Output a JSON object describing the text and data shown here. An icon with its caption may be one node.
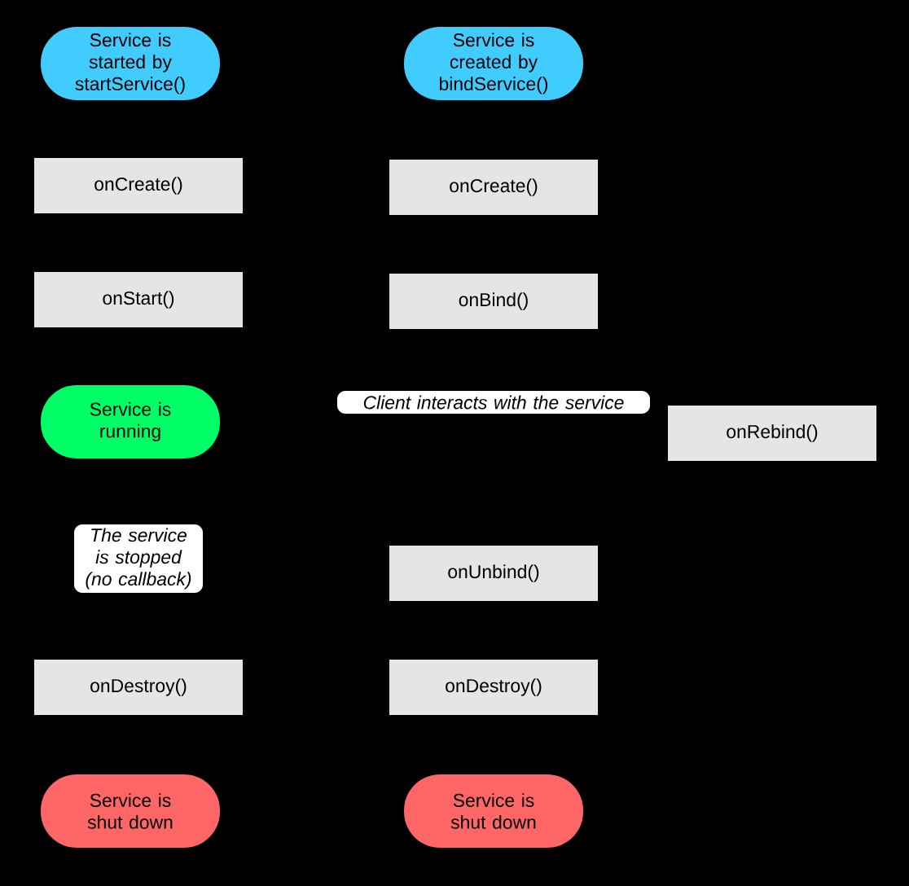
{
  "diagram": {
    "nodes": [
      {
        "text": [
          "Service is started by startService()"
        ]
      },
      {
        "text": [
          "Service is created by bindService()"
        ]
      },
      {
        "text": [
          "onCreate()"
        ]
      },
      {
        "text": [
          "onCreate()"
        ]
      },
      {
        "text": [
          "onStart()"
        ]
      },
      {
        "text": [
          "onBind()"
        ]
      },
      {
        "text": [
          "Service is running"
        ]
      },
      {
        "text": [
          "Client interacts with the service"
        ]
      },
      {
        "text": [
          "onRebind()"
        ]
      },
      {
        "text": [
          "The service is stopped (no callback)"
        ]
      },
      {
        "text": [
          "onUnbind()"
        ]
      },
      {
        "text": [
          "onDestroy()"
        ]
      },
      {
        "text": [
          "onDestroy()"
        ]
      },
      {
        "text": [
          "Service is shut down"
        ]
      },
      {
        "text": [
          "Service is shut down"
        ]
      }
    ]
  }
}
